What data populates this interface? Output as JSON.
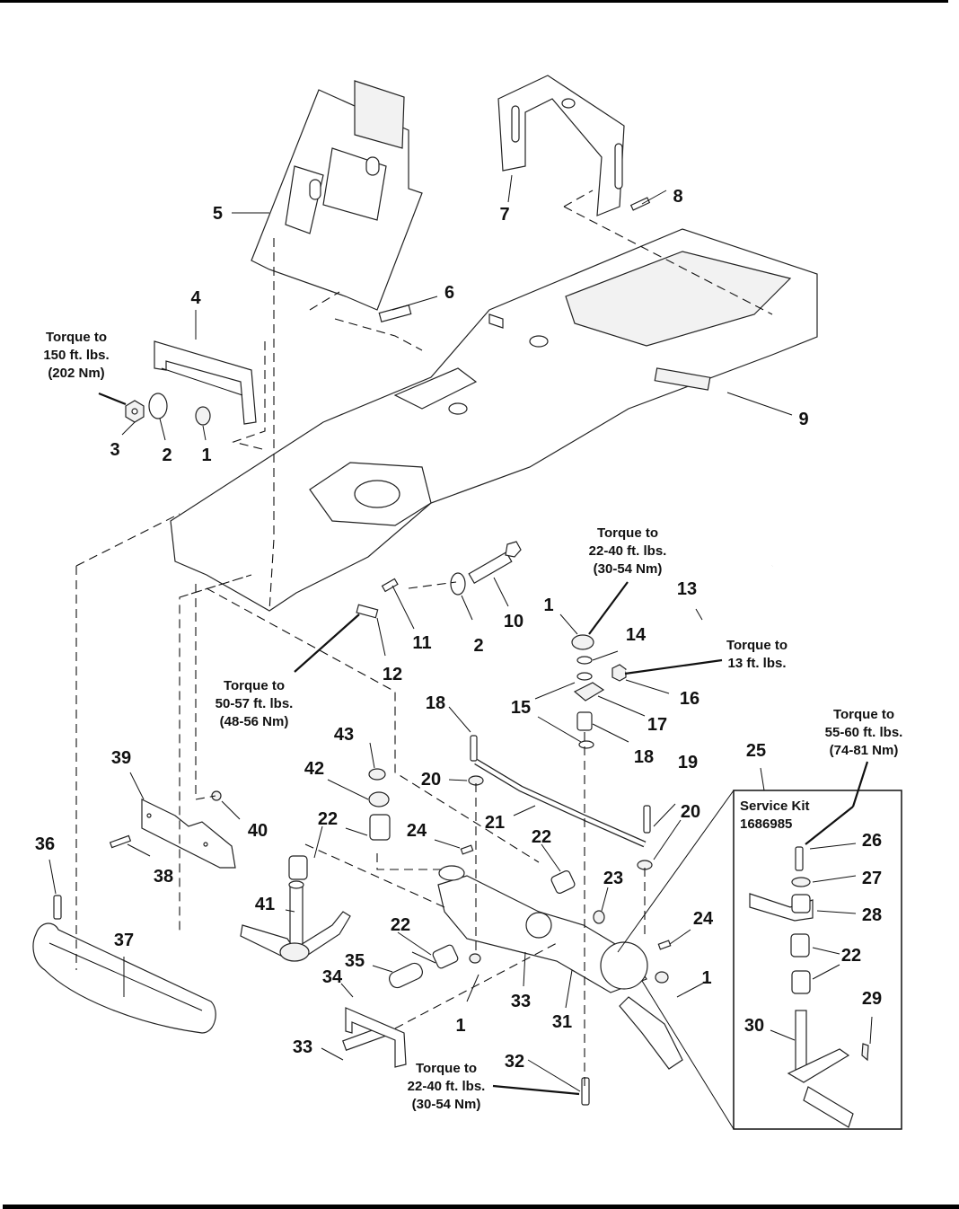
{
  "document": {
    "type": "parts-exploded-view",
    "subject": "Mower frame, dash tower and front axle / steering assembly"
  },
  "callouts": [
    {
      "id": "c1a",
      "number": "1"
    },
    {
      "id": "c2a",
      "number": "2"
    },
    {
      "id": "c3",
      "number": "3"
    },
    {
      "id": "c4",
      "number": "4"
    },
    {
      "id": "c5",
      "number": "5"
    },
    {
      "id": "c6",
      "number": "6"
    },
    {
      "id": "c7",
      "number": "7"
    },
    {
      "id": "c8",
      "number": "8"
    },
    {
      "id": "c9",
      "number": "9"
    },
    {
      "id": "c10",
      "number": "10"
    },
    {
      "id": "c11",
      "number": "11"
    },
    {
      "id": "c12",
      "number": "12"
    },
    {
      "id": "c2b",
      "number": "2"
    },
    {
      "id": "c1b",
      "number": "1"
    },
    {
      "id": "c13",
      "number": "13"
    },
    {
      "id": "c14",
      "number": "14"
    },
    {
      "id": "c15",
      "number": "15"
    },
    {
      "id": "c16",
      "number": "16"
    },
    {
      "id": "c17",
      "number": "17"
    },
    {
      "id": "c18a",
      "number": "18"
    },
    {
      "id": "c18b",
      "number": "18"
    },
    {
      "id": "c19",
      "number": "19"
    },
    {
      "id": "c20a",
      "number": "20"
    },
    {
      "id": "c20b",
      "number": "20"
    },
    {
      "id": "c21",
      "number": "21"
    },
    {
      "id": "c22a",
      "number": "22"
    },
    {
      "id": "c22b",
      "number": "22"
    },
    {
      "id": "c22c",
      "number": "22"
    },
    {
      "id": "c22d",
      "number": "22"
    },
    {
      "id": "c23",
      "number": "23"
    },
    {
      "id": "c24a",
      "number": "24"
    },
    {
      "id": "c24b",
      "number": "24"
    },
    {
      "id": "c25",
      "number": "25"
    },
    {
      "id": "c26",
      "number": "26"
    },
    {
      "id": "c27",
      "number": "27"
    },
    {
      "id": "c28",
      "number": "28"
    },
    {
      "id": "c29",
      "number": "29"
    },
    {
      "id": "c30",
      "number": "30"
    },
    {
      "id": "c31",
      "number": "31"
    },
    {
      "id": "c32",
      "number": "32"
    },
    {
      "id": "c33a",
      "number": "33"
    },
    {
      "id": "c33b",
      "number": "33"
    },
    {
      "id": "c34",
      "number": "34"
    },
    {
      "id": "c35",
      "number": "35"
    },
    {
      "id": "c1c",
      "number": "1"
    },
    {
      "id": "c1d",
      "number": "1"
    },
    {
      "id": "c36",
      "number": "36"
    },
    {
      "id": "c37",
      "number": "37"
    },
    {
      "id": "c38",
      "number": "38"
    },
    {
      "id": "c39",
      "number": "39"
    },
    {
      "id": "c40",
      "number": "40"
    },
    {
      "id": "c41",
      "number": "41"
    },
    {
      "id": "c42",
      "number": "42"
    },
    {
      "id": "c43",
      "number": "43"
    }
  ],
  "torque_notes": [
    {
      "id": "t150",
      "lines": [
        "Torque to",
        "150 ft. lbs.",
        "(202 Nm)"
      ],
      "applies_to": "3"
    },
    {
      "id": "t2240a",
      "lines": [
        "Torque to",
        "22-40 ft. lbs.",
        "(30-54 Nm)"
      ],
      "applies_to": "1"
    },
    {
      "id": "t13",
      "lines": [
        "Torque to",
        "13 ft. lbs."
      ],
      "applies_to": "16"
    },
    {
      "id": "t5057",
      "lines": [
        "Torque to",
        "50-57 ft. lbs.",
        "(48-56 Nm)"
      ],
      "applies_to": "12"
    },
    {
      "id": "t5560",
      "lines": [
        "Torque to",
        "55-60 ft. lbs.",
        "(74-81 Nm)"
      ],
      "applies_to": "26"
    },
    {
      "id": "t2240b",
      "lines": [
        "Torque to",
        "22-40 ft. lbs.",
        "(30-54 Nm)"
      ],
      "applies_to": "32"
    }
  ],
  "service_kit": {
    "title": "Service Kit",
    "number": "1686985",
    "callout": "25",
    "contents": [
      "26",
      "27",
      "28",
      "22",
      "29",
      "30"
    ]
  }
}
